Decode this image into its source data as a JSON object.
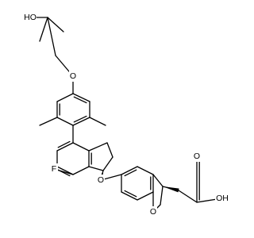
{
  "molecule": {
    "atoms": {
      "O1": {
        "symbol": "HO"
      },
      "O2": {
        "symbol": "O"
      },
      "F1": {
        "symbol": "F"
      },
      "O3": {
        "symbol": "O"
      },
      "O4": {
        "symbol": "O"
      },
      "O5": {
        "symbol": "O"
      },
      "O6": {
        "symbol": "OH"
      }
    }
  }
}
